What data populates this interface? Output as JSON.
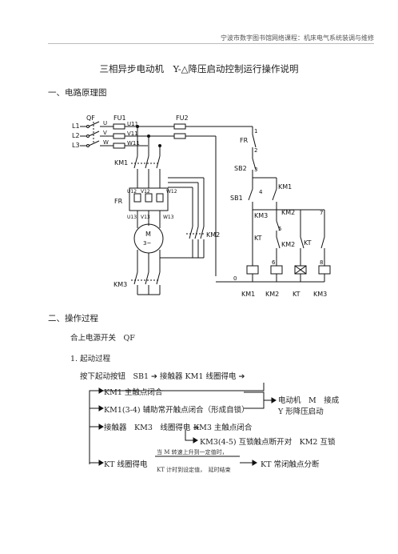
{
  "header": {
    "note": "宁波市数字图书馆网络课程：机床电气系统装调与维修"
  },
  "doc": {
    "title": "三相异步电动机　Y-△降压启动控制运行操作说明",
    "section1": "一、电路原理图",
    "section2": "二、操作过程",
    "step_power": "合上电源开关　QF",
    "step_start": "1. 起动过程",
    "start_line": "按下起动按钮　SB1 ➔ 接触器 KM1 线圈得电 ➔"
  },
  "circuit": {
    "labels": {
      "qf": "QF",
      "fu1": "FU1",
      "fu2": "FU2",
      "l1": "L1",
      "l2": "L2",
      "l3": "L3",
      "u": "U",
      "v": "V",
      "w": "W",
      "u11": "U11",
      "v11": "V11",
      "w11": "W11",
      "km1_main": "KM1",
      "fr_main": "FR",
      "u12": "U12",
      "v12": "V12",
      "w12": "W12",
      "u13": "U13",
      "v13": "V13",
      "w13": "W13",
      "motor_m": "M",
      "motor_3": "3~",
      "km2_main": "KM2",
      "km3_main": "KM3",
      "fr_ctrl": "FR",
      "sb2": "SB2",
      "sb1": "SB1",
      "km1_aux": "KM1",
      "km3_ctrl": "KM3",
      "km2_ctrl": "KM2",
      "kt_ctrl": "KT",
      "km2_ctrl2": "KM2",
      "kt_ctrl2": "KT",
      "n1": "1",
      "n2": "2",
      "n3": "3",
      "n4": "4",
      "n5": "5",
      "n6": "6",
      "n7": "7",
      "n8": "8",
      "n0": "0",
      "coil_km1": "KM1",
      "coil_km2": "KM2",
      "coil_kt": "KT",
      "coil_km3": "KM3"
    }
  },
  "flow": {
    "km1_main": "KM1 主触点闭合",
    "km1_aux": "KM1(3-4) 辅助常开触点闭合（形成自锁）",
    "result": "电动机　M　接成",
    "result2": "Y 形降压启动",
    "km3_coil": "接触器　KM3　线圈得电 ➔",
    "km3_main": "KM3 主触点闭合",
    "km3_interlock": "KM3(4-5) 互锁触点断开对　KM2 互锁",
    "kt_coil": "KT 线圈得电",
    "cond1": "当 M 转速上升到一定值时，",
    "cond2": "KT 计时到设定值，　延时结束",
    "kt_result": "KT 常闭触点分断"
  }
}
